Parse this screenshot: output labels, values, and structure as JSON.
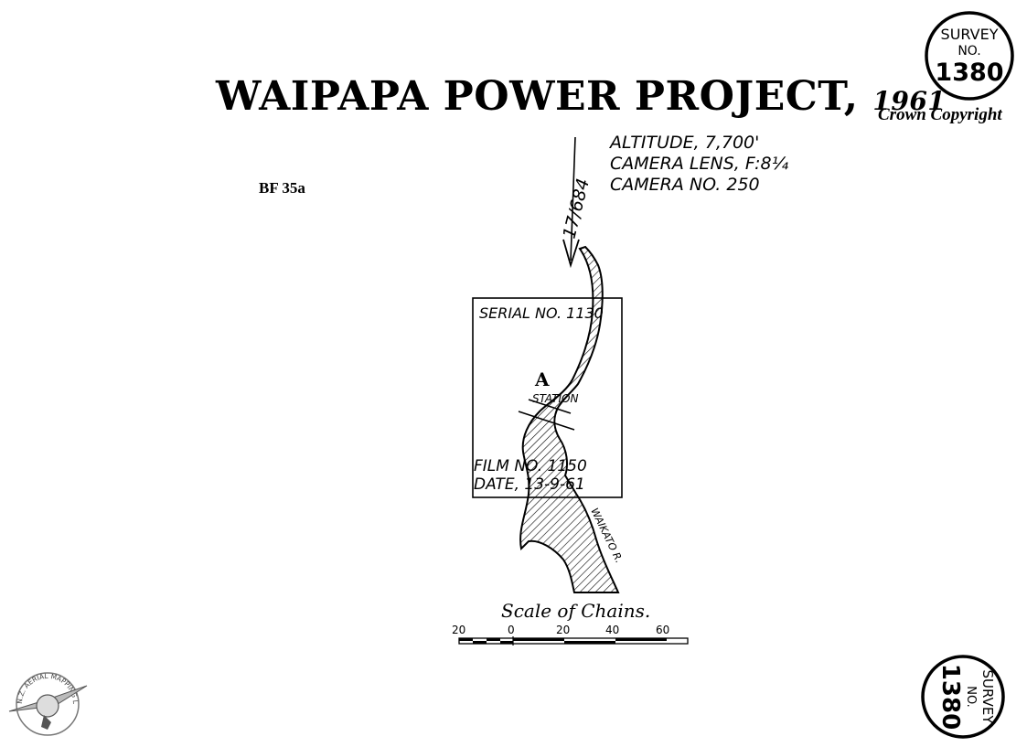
{
  "title": {
    "main": "WAIPAPA POWER PROJECT,",
    "year": "1961"
  },
  "copyright": "Crown Copyright",
  "sheet_ref": "BF 35a",
  "flight_info": {
    "altitude": "ALTITUDE, 7,700'",
    "lens": "CAMERA LENS, F:8¼",
    "camera": "CAMERA NO. 250"
  },
  "flight_line": "17/684",
  "photo_frame": {
    "serial": "SERIAL NO. 1130",
    "station_letter": "A",
    "station_label": "STATION",
    "film": "FILM NO. 1150",
    "date": "DATE, 13-9-61"
  },
  "river_label": "WAIKATO R.",
  "scale": {
    "title": "Scale of Chains.",
    "ticks": [
      "20",
      "0",
      "20",
      "40",
      "60"
    ]
  },
  "stamp_top": {
    "line1": "SURVEY",
    "line2": "NO.",
    "number": "1380"
  },
  "stamp_bottom": {
    "line1": "SURVEY",
    "line2": "NO.",
    "number": "1380"
  },
  "logo": {
    "text": "N.Z. AERIAL MAPPING LTD."
  }
}
